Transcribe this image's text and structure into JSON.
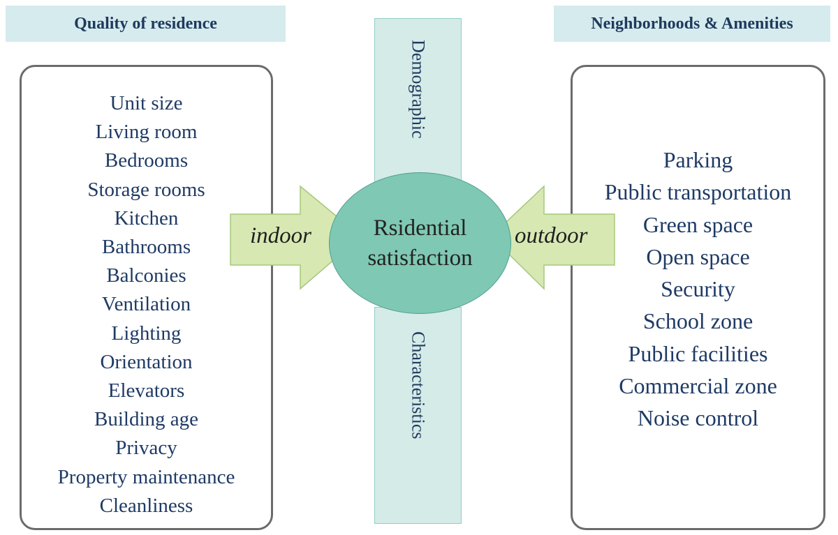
{
  "headers": {
    "left": "Quality of residence",
    "right": "Neighborhoods & Amenities"
  },
  "left_items": [
    "Unit size",
    "Living room",
    "Bedrooms",
    "Storage rooms",
    "Kitchen",
    "Bathrooms",
    "Balconies",
    "Ventilation",
    "Lighting",
    "Orientation",
    "Elevators",
    "Building age",
    "Privacy",
    "Property maintenance",
    "Cleanliness"
  ],
  "right_items": [
    "Parking",
    "Public transportation",
    "Green space",
    "Open space",
    "Security",
    "School zone",
    "Public facilities",
    "Commercial zone",
    "Noise control"
  ],
  "center": {
    "line1": "Rsidential",
    "line2": "satisfaction"
  },
  "vertical_bar": {
    "top": "Demographic",
    "bottom": "Characteristics"
  },
  "arrows": {
    "left": "indoor",
    "right": "outdoor"
  },
  "colors": {
    "header_bg": "#d5ebee",
    "text_blue": "#1f3a64",
    "bar_fill": "#d5ebe8",
    "ellipse_fill": "#7fc8b3",
    "arrow_fill": "#d7e8b3"
  }
}
